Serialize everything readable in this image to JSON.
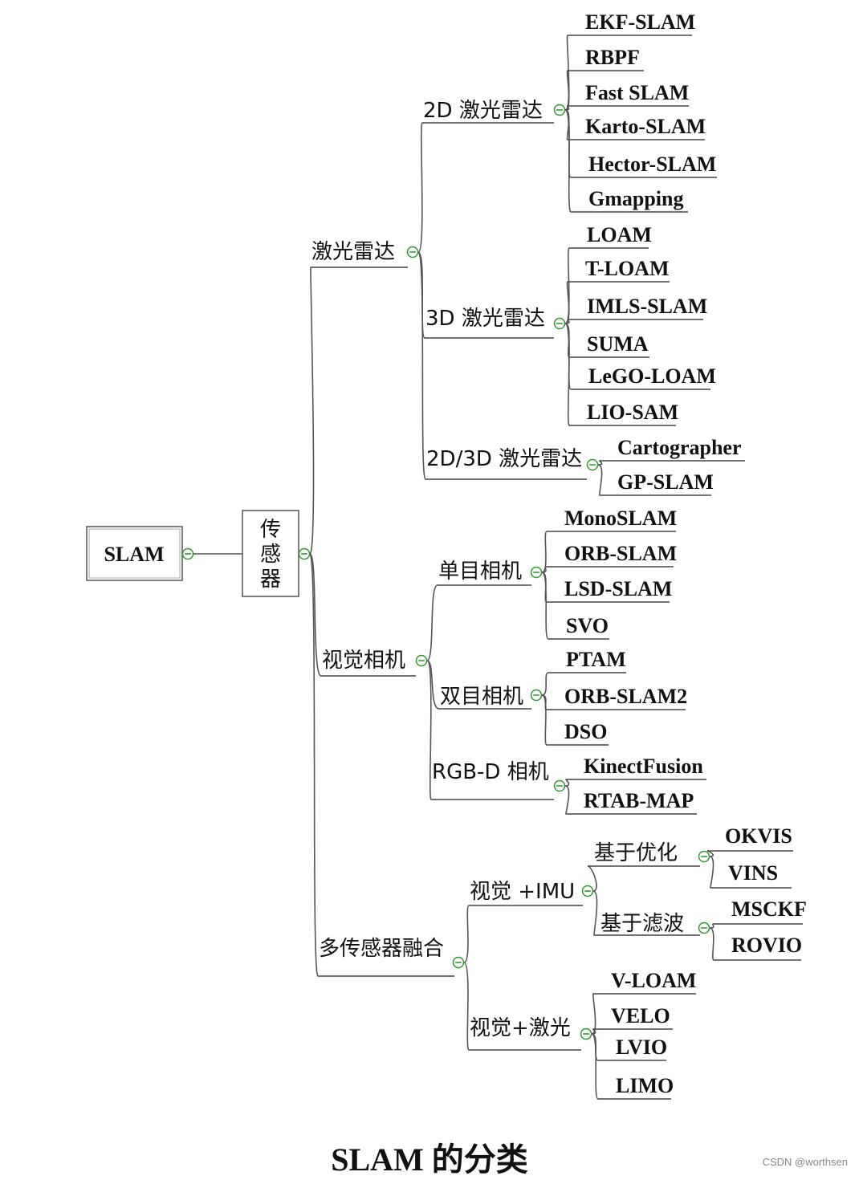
{
  "root": {
    "label": "SLAM"
  },
  "sensor": {
    "label_lines": [
      "传",
      "感",
      "器"
    ]
  },
  "branches": [
    {
      "label": "激光雷达",
      "children": [
        {
          "label": "2D 激光雷达",
          "children": [
            "EKF-SLAM",
            "RBPF",
            "Fast SLAM",
            "Karto-SLAM",
            "Hector-SLAM",
            "Gmapping"
          ]
        },
        {
          "label": "3D 激光雷达",
          "children": [
            "LOAM",
            "T-LOAM",
            "IMLS-SLAM",
            "SUMA",
            "LeGO-LOAM",
            "LIO-SAM"
          ]
        },
        {
          "label": "2D/3D 激光雷达",
          "children": [
            "Cartographer",
            "GP-SLAM"
          ]
        }
      ]
    },
    {
      "label": "视觉相机",
      "children": [
        {
          "label": "单目相机",
          "children": [
            "MonoSLAM",
            "ORB-SLAM",
            "LSD-SLAM",
            "SVO"
          ]
        },
        {
          "label": "双目相机",
          "children": [
            "PTAM",
            "ORB-SLAM2",
            "DSO"
          ]
        },
        {
          "label": "RGB-D 相机",
          "children": [
            "KinectFusion",
            "RTAB-MAP"
          ]
        }
      ]
    },
    {
      "label": "多传感器融合",
      "children": [
        {
          "label": "视觉 +IMU",
          "children": [
            {
              "label": "基于优化",
              "children": [
                "OKVIS",
                "VINS"
              ]
            },
            {
              "label": "基于滤波",
              "children": [
                "MSCKF",
                "ROVIO"
              ]
            }
          ]
        },
        {
          "label": "视觉+激光",
          "children": [
            "V-LOAM",
            "VELO",
            "LVIO",
            "LIMO"
          ]
        }
      ]
    }
  ],
  "caption": "SLAM 的分类",
  "watermark": "CSDN @worthsen",
  "colors": {
    "toggle": "#2f9a2f",
    "line": "#555555",
    "text": "#111111"
  }
}
